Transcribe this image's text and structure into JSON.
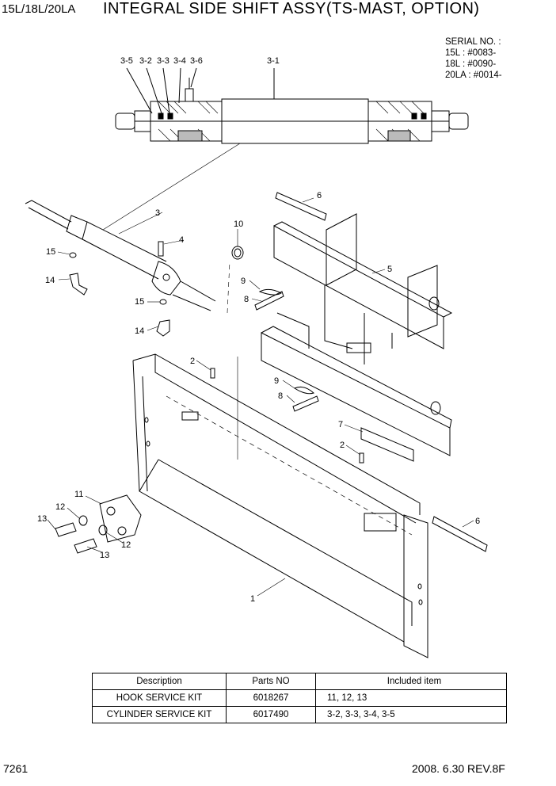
{
  "header": {
    "model": "15L/18L/20LA",
    "title": "INTEGRAL SIDE SHIFT ASSY(TS-MAST, OPTION)"
  },
  "serial": {
    "heading": "SERIAL NO. :",
    "lines": [
      "15L : #0083-",
      "18L : #0090-",
      "20LA : #0014-"
    ]
  },
  "callouts": {
    "c3_5": "3-5",
    "c3_2": "3-2",
    "c3_3": "3-3",
    "c3_4": "3-4",
    "c3_6": "3-6",
    "c3_1": "3-1",
    "c3": "3",
    "c4": "4",
    "c15a": "15",
    "c14a": "14",
    "c15b": "15",
    "c14b": "14",
    "c10": "10",
    "c6a": "6",
    "c5": "5",
    "c9a": "9",
    "c8a": "8",
    "c2a": "2",
    "c9b": "9",
    "c8b": "8",
    "c7": "7",
    "c2b": "2",
    "c11": "11",
    "c12a": "12",
    "c13a": "13",
    "c12b": "12",
    "c13b": "13",
    "c6b": "6",
    "c1": "1"
  },
  "table": {
    "headers": [
      "Description",
      "Parts NO",
      "Included item"
    ],
    "rows": [
      {
        "description": "HOOK SERVICE KIT",
        "part_no": "6018267",
        "included": "11, 12, 13"
      },
      {
        "description": "CYLINDER SERVICE KIT",
        "part_no": "6017490",
        "included": "3-2, 3-3, 3-4, 3-5"
      }
    ]
  },
  "footer": {
    "page": "7261",
    "date_rev": "2008. 6.30  REV.8F"
  }
}
